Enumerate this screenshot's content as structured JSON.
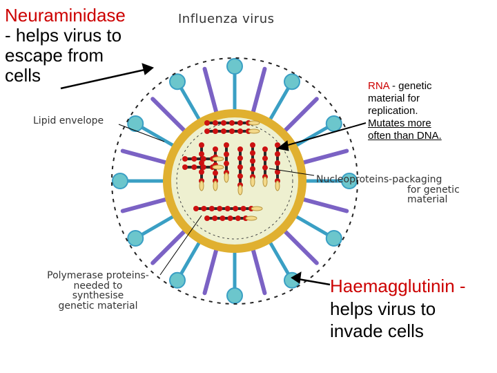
{
  "title": "Influenza virus",
  "labels": {
    "neuraminidase": [
      "Neuraminidase",
      "- helps virus to",
      "escape from",
      "cells"
    ],
    "lipid_envelope": "Lipid envelope",
    "rna_keyword": "RNA",
    "rna_rest_1": " - genetic",
    "rna_line_2": "material for",
    "rna_line_3": "replication.",
    "rna_line_4": "Mutates more",
    "rna_line_5": "often than DNA.",
    "nucleoproteins": [
      "Nucleoproteins-packaging",
      "for genetic",
      "material"
    ],
    "polymerase": [
      "Polymerase proteins-",
      "needed to",
      "synthesise",
      "genetic material"
    ],
    "haemagglutinin": [
      "Haemagglutinin -",
      "helps virus to",
      "invade cells"
    ]
  },
  "colors": {
    "highlight_red": "#cc0000",
    "envelope_gold": "#e0b030",
    "capsid_cream": "#eef0d0",
    "spike_blue": "#3a9fc4",
    "knob_teal": "#6cc6cc",
    "rna_red": "#cc1111",
    "rna_dark": "#2a2a2a"
  }
}
